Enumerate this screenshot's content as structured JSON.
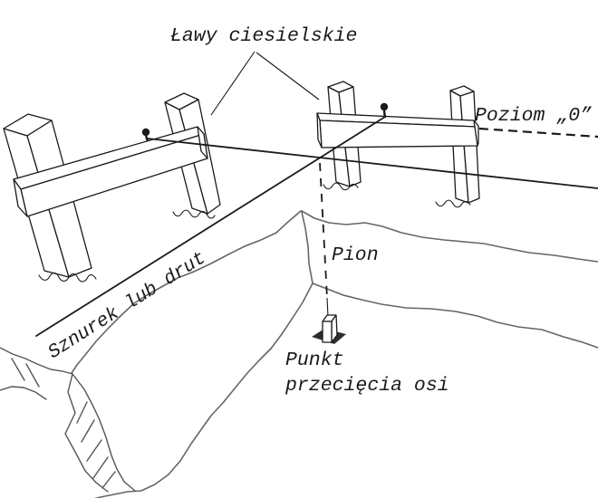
{
  "diagram": {
    "labels": {
      "batter_boards": "Ławy ciesielskie",
      "level_zero": "Poziom „0”",
      "string_or_wire": "Sznurek lub drut",
      "plumb_line": "Pion",
      "axis_intersection": [
        "Punkt",
        "przecięcia osi"
      ]
    },
    "colors": {
      "ink": "#1a1a1a",
      "ground_line": "#666666",
      "bank_line": "#555555",
      "shadow": "#2e2e2e",
      "background": "#ffffff"
    }
  }
}
